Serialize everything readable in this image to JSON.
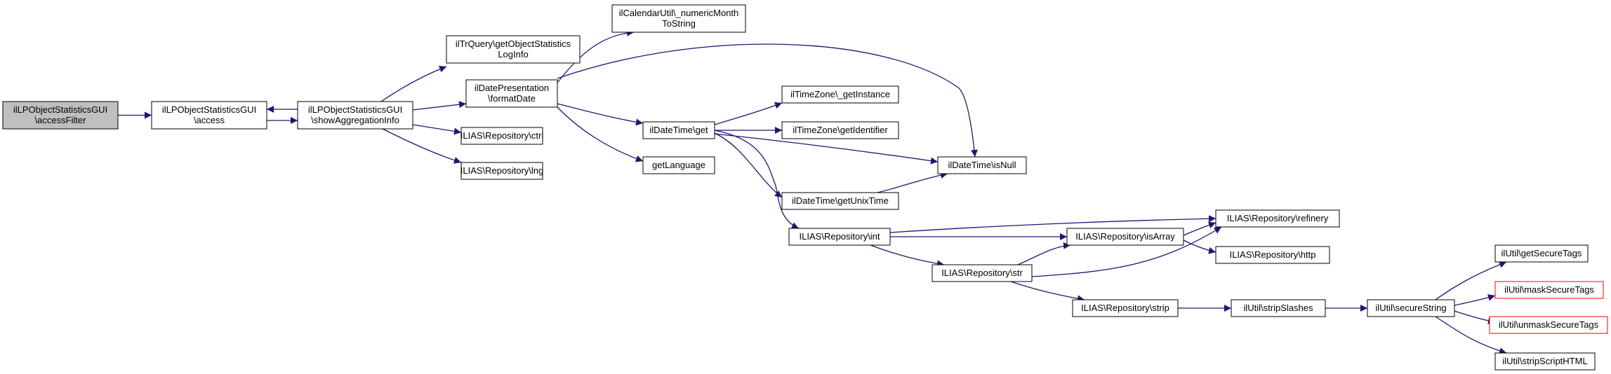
{
  "colors": {
    "edge": "#191970",
    "node_fill": "#ffffff",
    "node_border": "#000000",
    "root_fill": "#bfbfbf",
    "truncated_border": "#ff0000"
  },
  "nodes": [
    {
      "id": "n0",
      "name": "node-accessfilter",
      "style": "root",
      "lines": [
        "ilLPObjectStatisticsGUI",
        "\\accessFilter"
      ]
    },
    {
      "id": "n1",
      "name": "node-access",
      "style": "normal",
      "lines": [
        "ilLPObjectStatisticsGUI",
        "\\access"
      ]
    },
    {
      "id": "n2",
      "name": "node-showaggregationinfo",
      "style": "normal",
      "lines": [
        "ilLPObjectStatisticsGUI",
        "\\showAggregationInfo"
      ]
    },
    {
      "id": "n3",
      "name": "node-getobjectstatisticsloginfo",
      "style": "normal",
      "lines": [
        "ilTrQuery\\getObjectStatistics",
        "LogInfo"
      ]
    },
    {
      "id": "n4",
      "name": "node-formatdate",
      "style": "normal",
      "lines": [
        "ilDatePresentation",
        "\\formatDate"
      ]
    },
    {
      "id": "n5",
      "name": "node-repository-ctrl",
      "style": "normal",
      "lines": [
        "ILIAS\\Repository\\ctrl"
      ]
    },
    {
      "id": "n6",
      "name": "node-repository-lng",
      "style": "normal",
      "lines": [
        "ILIAS\\Repository\\lng"
      ]
    },
    {
      "id": "n7",
      "name": "node-numericmonthtostring",
      "style": "normal",
      "lines": [
        "ilCalendarUtil\\_numericMonth",
        "ToString"
      ]
    },
    {
      "id": "n8",
      "name": "node-datetime-get",
      "style": "normal",
      "lines": [
        "ilDateTime\\get"
      ]
    },
    {
      "id": "n9",
      "name": "node-getlanguage",
      "style": "normal",
      "lines": [
        "getLanguage"
      ]
    },
    {
      "id": "n10",
      "name": "node-timezone-getinstance",
      "style": "normal",
      "lines": [
        "ilTimeZone\\_getInstance"
      ]
    },
    {
      "id": "n11",
      "name": "node-timezone-getidentifier",
      "style": "normal",
      "lines": [
        "ilTimeZone\\getIdentifier"
      ]
    },
    {
      "id": "n12",
      "name": "node-datetime-isnull",
      "style": "normal",
      "lines": [
        "ilDateTime\\isNull"
      ]
    },
    {
      "id": "n13",
      "name": "node-datetime-getunixtime",
      "style": "normal",
      "lines": [
        "ilDateTime\\getUnixTime"
      ]
    },
    {
      "id": "n14",
      "name": "node-repository-int",
      "style": "normal",
      "lines": [
        "ILIAS\\Repository\\int"
      ]
    },
    {
      "id": "n15",
      "name": "node-repository-refinery",
      "style": "normal",
      "lines": [
        "ILIAS\\Repository\\refinery"
      ]
    },
    {
      "id": "n16",
      "name": "node-repository-isarray",
      "style": "normal",
      "lines": [
        "ILIAS\\Repository\\isArray"
      ]
    },
    {
      "id": "n17",
      "name": "node-repository-http",
      "style": "normal",
      "lines": [
        "ILIAS\\Repository\\http"
      ]
    },
    {
      "id": "n18",
      "name": "node-repository-str",
      "style": "normal",
      "lines": [
        "ILIAS\\Repository\\str"
      ]
    },
    {
      "id": "n19",
      "name": "node-repository-strip",
      "style": "normal",
      "lines": [
        "ILIAS\\Repository\\strip"
      ]
    },
    {
      "id": "n20",
      "name": "node-util-stripslashes",
      "style": "normal",
      "lines": [
        "ilUtil\\stripSlashes"
      ]
    },
    {
      "id": "n21",
      "name": "node-util-securestring",
      "style": "normal",
      "lines": [
        "ilUtil\\secureString"
      ]
    },
    {
      "id": "n22",
      "name": "node-util-getsecuretags",
      "style": "normal",
      "lines": [
        "ilUtil\\getSecureTags"
      ]
    },
    {
      "id": "n23",
      "name": "node-util-masksecuretags",
      "style": "truncated",
      "lines": [
        "ilUtil\\maskSecureTags"
      ]
    },
    {
      "id": "n24",
      "name": "node-util-unmasksecuretags",
      "style": "truncated",
      "lines": [
        "ilUtil\\unmaskSecureTags"
      ]
    },
    {
      "id": "n25",
      "name": "node-util-stripscripthtml",
      "style": "normal",
      "lines": [
        "ilUtil\\stripScriptHTML"
      ]
    }
  ],
  "edges": [
    {
      "from": "n0",
      "to": "n1"
    },
    {
      "from": "n1",
      "to": "n2"
    },
    {
      "from": "n2",
      "to": "n1"
    },
    {
      "from": "n2",
      "to": "n3"
    },
    {
      "from": "n2",
      "to": "n4"
    },
    {
      "from": "n2",
      "to": "n5"
    },
    {
      "from": "n2",
      "to": "n6"
    },
    {
      "from": "n4",
      "to": "n7"
    },
    {
      "from": "n4",
      "to": "n12"
    },
    {
      "from": "n4",
      "to": "n8"
    },
    {
      "from": "n4",
      "to": "n9"
    },
    {
      "from": "n8",
      "to": "n10"
    },
    {
      "from": "n8",
      "to": "n11"
    },
    {
      "from": "n8",
      "to": "n12"
    },
    {
      "from": "n8",
      "to": "n13"
    },
    {
      "from": "n8",
      "to": "n14"
    },
    {
      "from": "n13",
      "to": "n12"
    },
    {
      "from": "n14",
      "to": "n15"
    },
    {
      "from": "n14",
      "to": "n16"
    },
    {
      "from": "n14",
      "to": "n18"
    },
    {
      "from": "n16",
      "to": "n15"
    },
    {
      "from": "n16",
      "to": "n17"
    },
    {
      "from": "n18",
      "to": "n16"
    },
    {
      "from": "n18",
      "to": "n15"
    },
    {
      "from": "n18",
      "to": "n19"
    },
    {
      "from": "n19",
      "to": "n20"
    },
    {
      "from": "n20",
      "to": "n21"
    },
    {
      "from": "n21",
      "to": "n22"
    },
    {
      "from": "n21",
      "to": "n23"
    },
    {
      "from": "n21",
      "to": "n24"
    },
    {
      "from": "n21",
      "to": "n25"
    }
  ]
}
